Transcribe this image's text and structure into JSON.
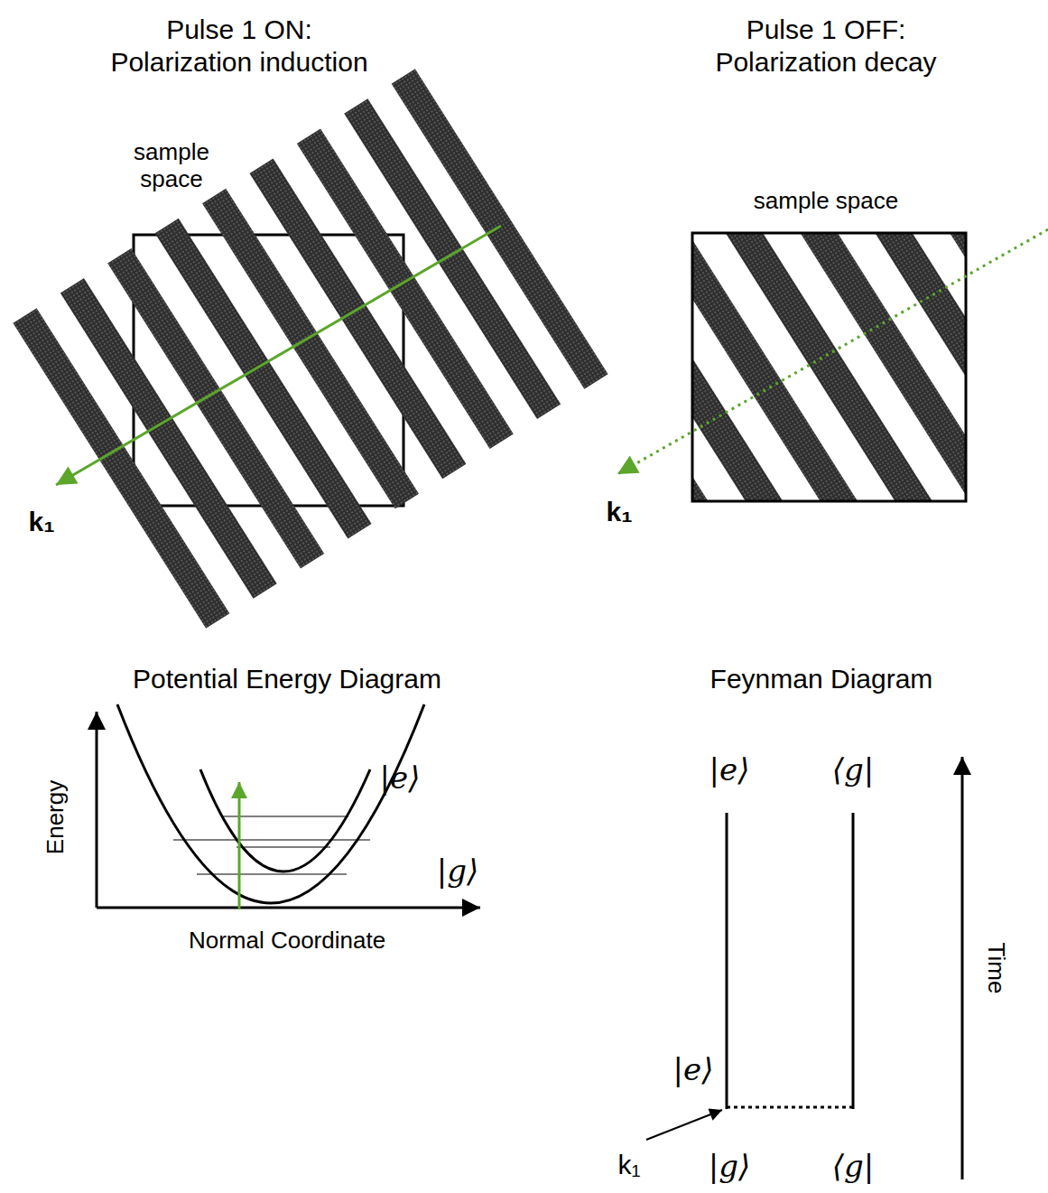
{
  "diagram": {
    "labels": [
      "Pulse 1 ON:",
      "Polarization induction",
      "Pulse 1 OFF:",
      "Polarization decay",
      "sample space",
      "sample space",
      "k₁",
      "k₁",
      "Potential Energy Diagram",
      "|e⟩",
      "|g⟩",
      "Energy",
      "Normal Coordinate",
      "Feynman Diagram",
      "|e⟩",
      "⟨g|",
      "|e⟩",
      "k₁",
      "|g⟩",
      "⟨g|",
      "Time"
    ]
  }
}
